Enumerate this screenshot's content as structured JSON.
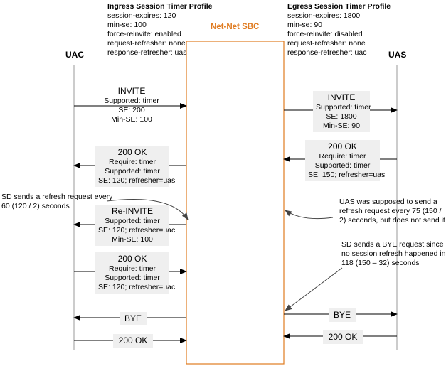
{
  "ingress_profile": {
    "title": "Ingress Session Timer Profile",
    "lines": [
      "session-expires: 120",
      "min-se: 100",
      "force-reinvite: enabled",
      "request-refresher: none",
      "response-refresher: uas"
    ]
  },
  "egress_profile": {
    "title": "Egress Session Timer Profile",
    "lines": [
      "session-expires: 1800",
      "min-se: 90",
      "force-reinvite: disabled",
      "request-refresher: none",
      "response-refresher: uac"
    ]
  },
  "sbc_title": "Net-Net SBC",
  "endpoints": {
    "left": "UAC",
    "right": "UAS"
  },
  "messages": {
    "m1": {
      "title": "INVITE",
      "lines": [
        "Supported: timer",
        "SE: 200",
        "Min-SE: 100"
      ]
    },
    "m2": {
      "title": "INVITE",
      "lines": [
        "Supported: timer",
        "SE: 1800",
        "Min-SE: 90"
      ]
    },
    "m3": {
      "title": "200 OK",
      "lines": [
        "Require: timer",
        "Supported: timer",
        "SE: 150; refresher=uas"
      ]
    },
    "m4": {
      "title": "200 OK",
      "lines": [
        "Require: timer",
        "Supported: timer",
        "SE: 120; refresher=uas"
      ]
    },
    "m5": {
      "title": "Re-INVITE",
      "lines": [
        "Supported: timer",
        "SE: 120; refresher=uac",
        "Min-SE: 100"
      ]
    },
    "m6": {
      "title": "200 OK",
      "lines": [
        "Require: timer",
        "Supported: timer",
        "SE: 120; refresher=uac"
      ]
    },
    "m7": {
      "title": "BYE"
    },
    "m8": {
      "title": "BYE"
    },
    "m9": {
      "title": "200 OK"
    },
    "m10": {
      "title": "200 OK"
    }
  },
  "notes": {
    "left_refresh": [
      "SD sends a refresh request every",
      "60 (120 / 2) seconds"
    ],
    "uas_refresh": [
      "UAS was supposed to send a",
      "refresh request every 75 (150 /",
      "2) seconds, but does not send it"
    ],
    "bye_note": [
      "SD sends a BYE request since",
      "no session refresh happened in",
      "118 (150 – 32) seconds"
    ]
  }
}
